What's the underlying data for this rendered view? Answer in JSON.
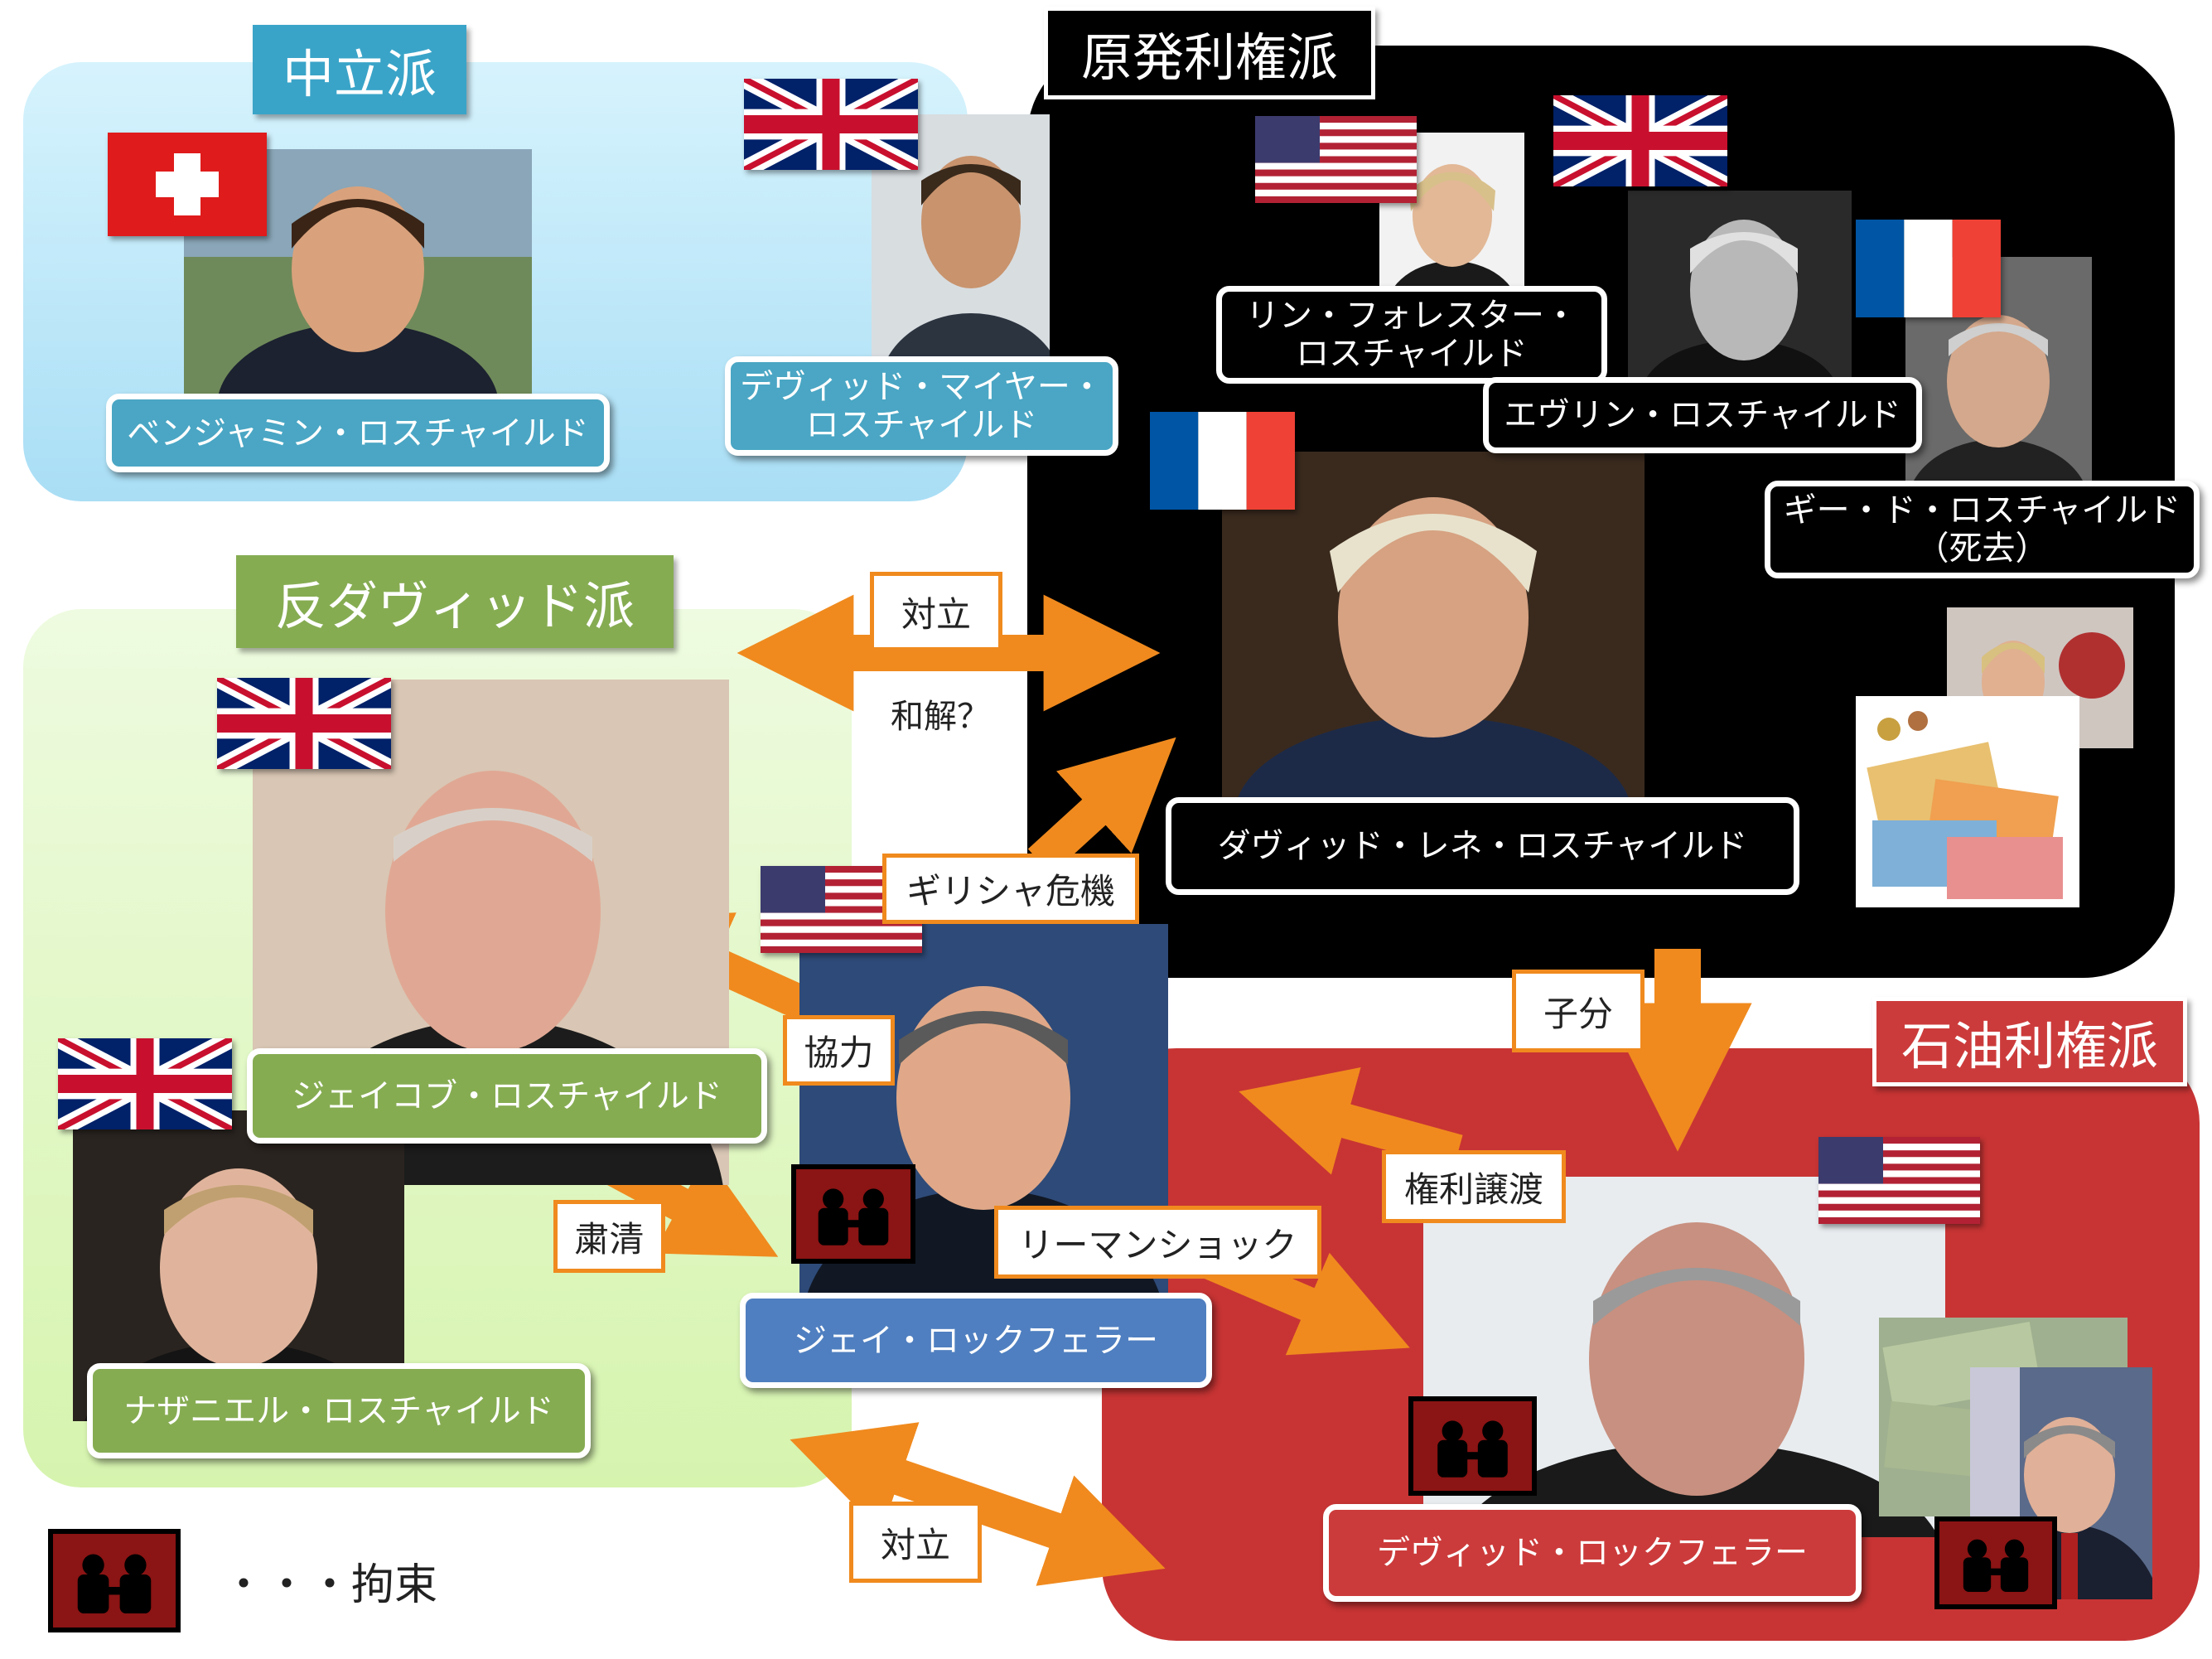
{
  "groups": {
    "neutral": {
      "title": "中立派"
    },
    "nuclear": {
      "title": "原発利権派"
    },
    "anti_david": {
      "title": "反ダヴィッド派"
    },
    "oil": {
      "title": "石油利権派"
    }
  },
  "people": {
    "benjamin": "ベンジャミン・ロスチャイルド",
    "david_mayer_1": "デヴィッド・マイヤー・",
    "david_mayer_2": "ロスチャイルド",
    "lynn_1": "リン・フォレスター・",
    "lynn_2": "ロスチャイルド",
    "evelyn": "エヴリン・ロスチャイルド",
    "guy_1": "ギー・ド・ロスチャイルド",
    "guy_2": "（死去）",
    "david_rene": "ダヴィッド・レネ・ロスチャイルド",
    "jacob": "ジェイコブ・ロスチャイルド",
    "nathaniel": "ナザニエル・ロスチャイルド",
    "jay": "ジェイ・ロックフェラー",
    "david_rockefeller": "デヴィッド・ロックフェラー"
  },
  "relations": {
    "oppose_top": "対立",
    "reconcile": "和解？",
    "greek_crisis": "ギリシャ危機",
    "cooperate": "協力",
    "purge": "粛清",
    "lehman": "リーマンショック",
    "subordinate": "子分",
    "rights_transfer": "権利譲渡",
    "oppose_bottom": "対立"
  },
  "legend": {
    "text": "・・・拘束"
  },
  "flags": {
    "switzerland": "swiss-flag",
    "uk": "uk-flag",
    "usa": "usa-flag",
    "france": "france-flag"
  },
  "colors": {
    "neutral_panel": "#bfe9fa",
    "nuclear_panel": "#000000",
    "anti_panel": "#e3f7c8",
    "oil_panel": "#c83434",
    "arrow": "#f08a1e"
  }
}
